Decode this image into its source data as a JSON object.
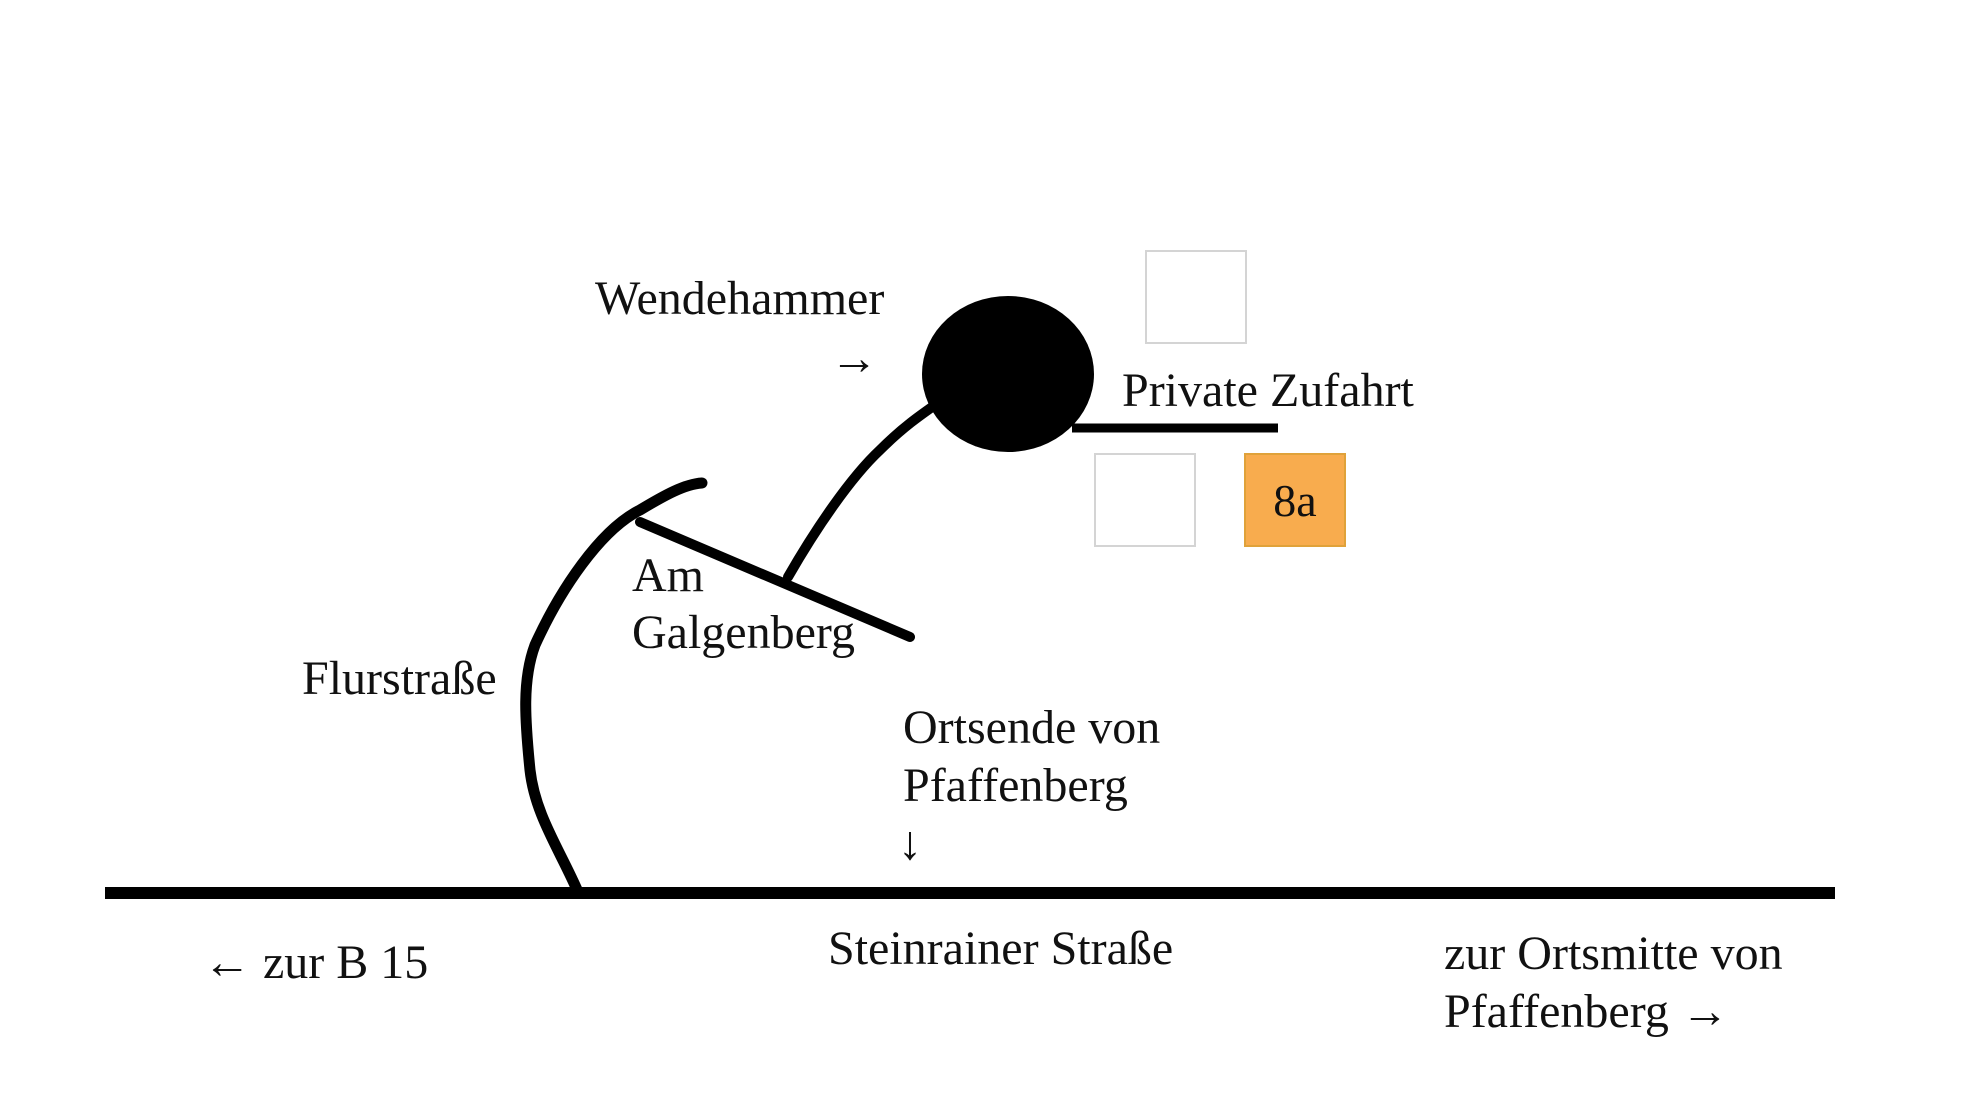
{
  "colors": {
    "road": "#000000",
    "highlight_house": "#f8ac4e",
    "empty_house_border": "#d4d4d4"
  },
  "labels": {
    "wendehammer": "Wendehammer",
    "wendehammer_arrow": "→",
    "private_zufahrt": "Private Zufahrt",
    "house_number": "8a",
    "am": "Am",
    "galgenberg": "Galgenberg",
    "flurstrasse": "Flurstraße",
    "ortsende_line1": "Ortsende von",
    "ortsende_line2": "Pfaffenberg",
    "ortsende_arrow": "↓",
    "steinrainer_strasse": "Steinrainer Straße",
    "zur_b15": "← zur B 15",
    "ortsmitte_line1": "zur Ortsmitte von",
    "ortsmitte_line2": "Pfaffenberg →"
  }
}
